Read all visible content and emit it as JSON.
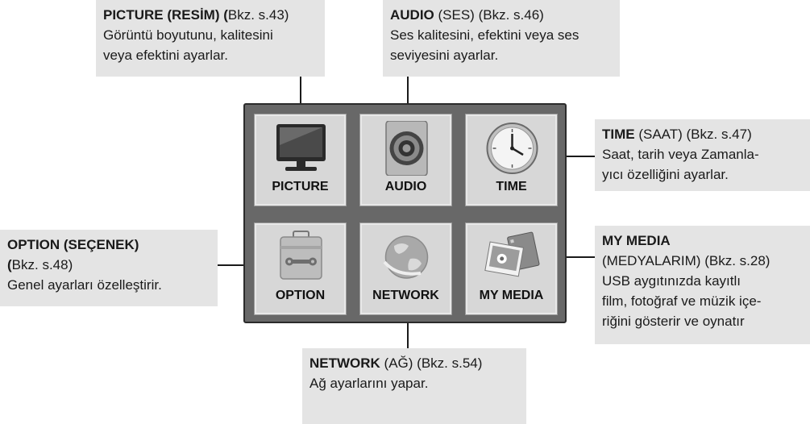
{
  "callouts": {
    "picture": {
      "title": "PICTURE (RESİM) (",
      "ref": "Bkz. s.43)",
      "line1": "Görüntü boyutunu, kalitesini",
      "line2": "veya efektini ayarlar."
    },
    "audio": {
      "title": "AUDIO",
      "rest": " (SES) (Bkz. s.46)",
      "line1": "Ses kalitesini, efektini veya ses",
      "line2": "seviyesini ayarlar."
    },
    "time": {
      "title": "TIME",
      "rest": " (SAAT) (Bkz. s.47)",
      "line1": "Saat, tarih veya Zamanla-",
      "line2": "yıcı özelliğini ayarlar."
    },
    "option": {
      "title": "OPTION (SEÇENEK)",
      "line1_bold": "(",
      "line1_rest": "Bkz. s.48)",
      "line2": "Genel ayarları özelleştirir."
    },
    "mymedia": {
      "title": "MY MEDIA",
      "line1": "(MEDYALARIM) (Bkz. s.28)",
      "line2": "USB aygıtınızda kayıtlı",
      "line3": "film, fotoğraf ve müzik içe-",
      "line4": "riğini gösterir ve oynatır"
    },
    "network": {
      "title": "NETWORK",
      "rest": " (AĞ) (Bkz. s.54)",
      "line1": "Ağ ayarlarını yapar."
    }
  },
  "menu": {
    "tiles": [
      {
        "label": "PICTURE",
        "icon": "tv-icon"
      },
      {
        "label": "AUDIO",
        "icon": "speaker-icon"
      },
      {
        "label": "TIME",
        "icon": "clock-icon"
      },
      {
        "label": "OPTION",
        "icon": "toolbox-icon"
      },
      {
        "label": "NETWORK",
        "icon": "globe-icon"
      },
      {
        "label": "MY MEDIA",
        "icon": "media-icon"
      }
    ]
  }
}
